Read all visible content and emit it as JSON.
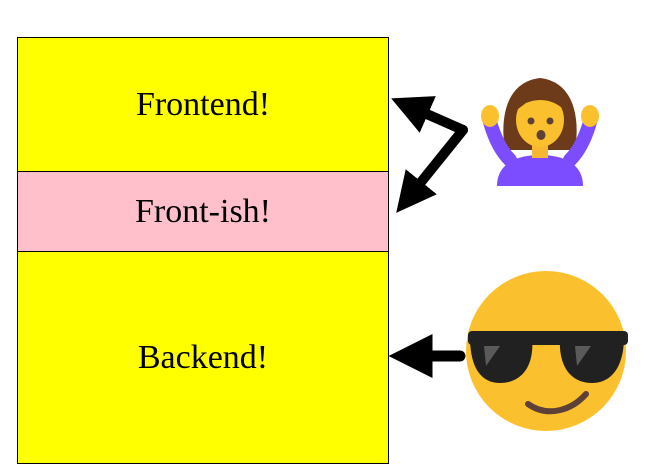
{
  "layers": [
    {
      "label": "Frontend!",
      "color": "#ffff00"
    },
    {
      "label": "Front-ish!",
      "color": "#ffc0cb"
    },
    {
      "label": "Backend!",
      "color": "#ffff00"
    }
  ],
  "icons": {
    "shrug": "woman-shrugging-icon",
    "cool": "smiling-face-with-sunglasses-icon"
  },
  "colors": {
    "arrow": "#000000",
    "emoji_face": "#fbc02d",
    "shirt": "#7c4dff",
    "hair": "#6d3a1a"
  }
}
